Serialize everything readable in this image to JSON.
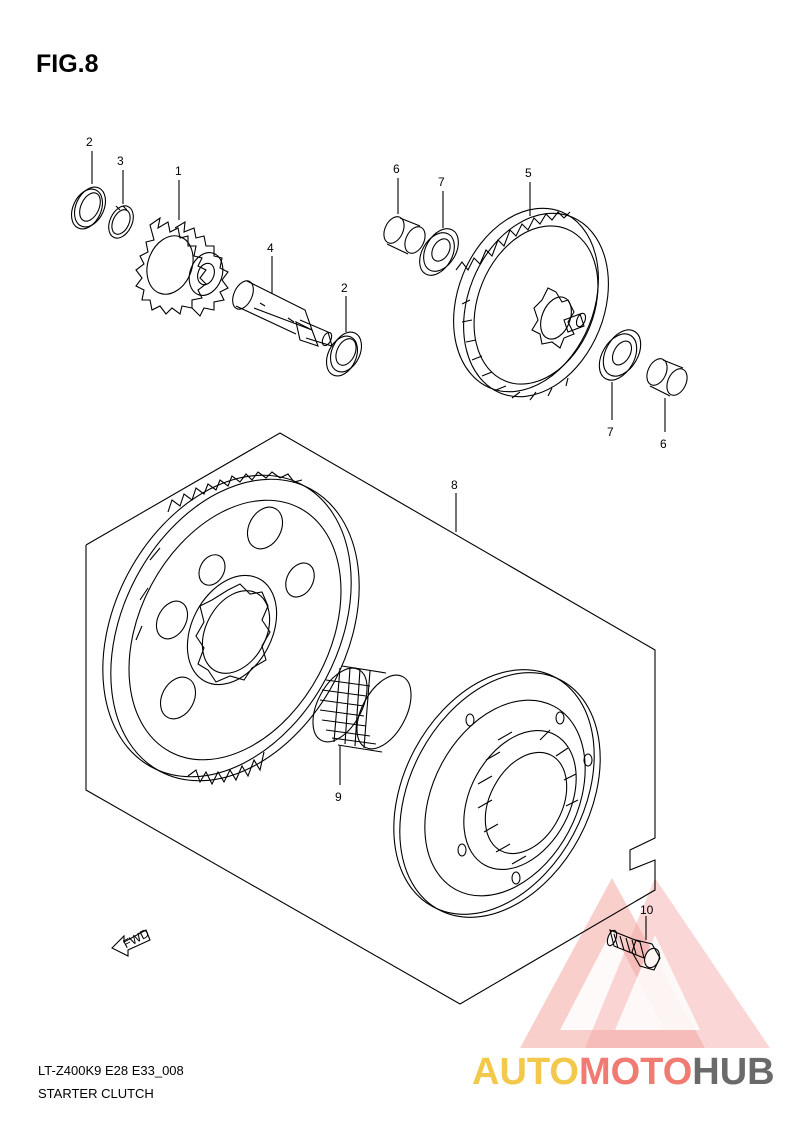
{
  "figure": {
    "title": "FIG.8",
    "code": "LT-Z400K9 E28 E33_008",
    "name": "STARTER CLUTCH"
  },
  "callouts": {
    "c1": "1",
    "c2a": "2",
    "c2b": "2",
    "c3": "3",
    "c4": "4",
    "c5": "5",
    "c6a": "6",
    "c6b": "6",
    "c7a": "7",
    "c7b": "7",
    "c8": "8",
    "c9": "9",
    "c10": "10"
  },
  "fwd_label": "FWD",
  "watermark": {
    "part1": "AUTO",
    "part2": "MOTO",
    "part3": "HUB",
    "colors": {
      "part1": "#f2c94a",
      "part2": "#ef7b73",
      "part3": "#6a6a6a",
      "triangle": "#f08a84"
    }
  }
}
